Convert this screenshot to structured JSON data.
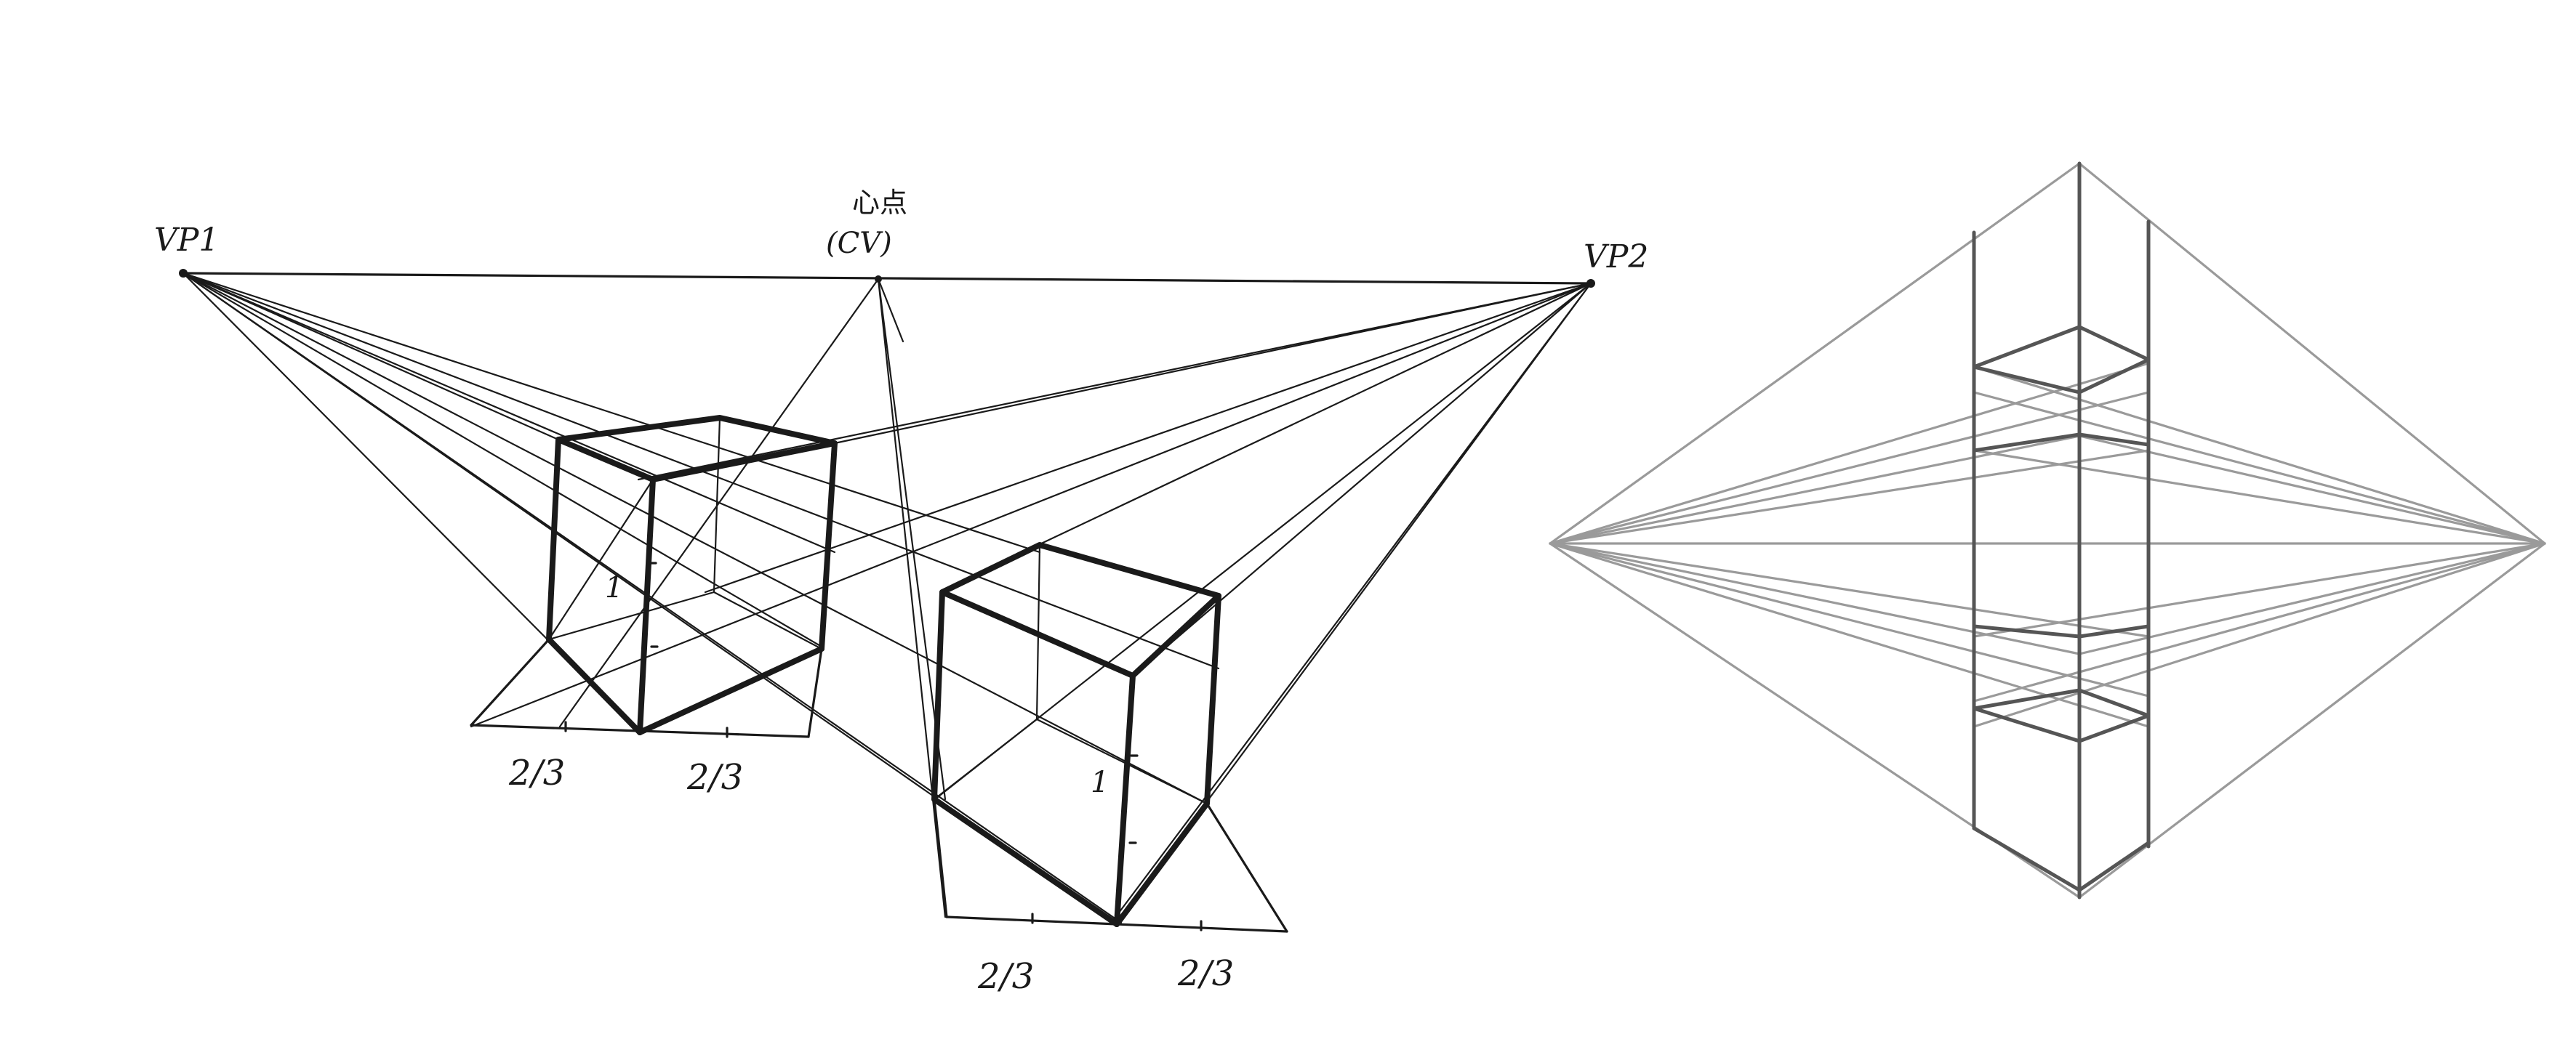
{
  "labels": {
    "vp1": "VP1",
    "vp2": "VP2",
    "center_point_cn": "心点",
    "center_point": "(CV)",
    "cube1_left": "2/3",
    "cube1_right": "2/3",
    "cube1_height": "1",
    "cube2_left": "2/3",
    "cube2_right": "2/3",
    "cube2_height": "1"
  },
  "colors": {
    "ink": "#1a1a1a",
    "construction_grey": "#9a9a9a",
    "box_grey": "#555555"
  }
}
